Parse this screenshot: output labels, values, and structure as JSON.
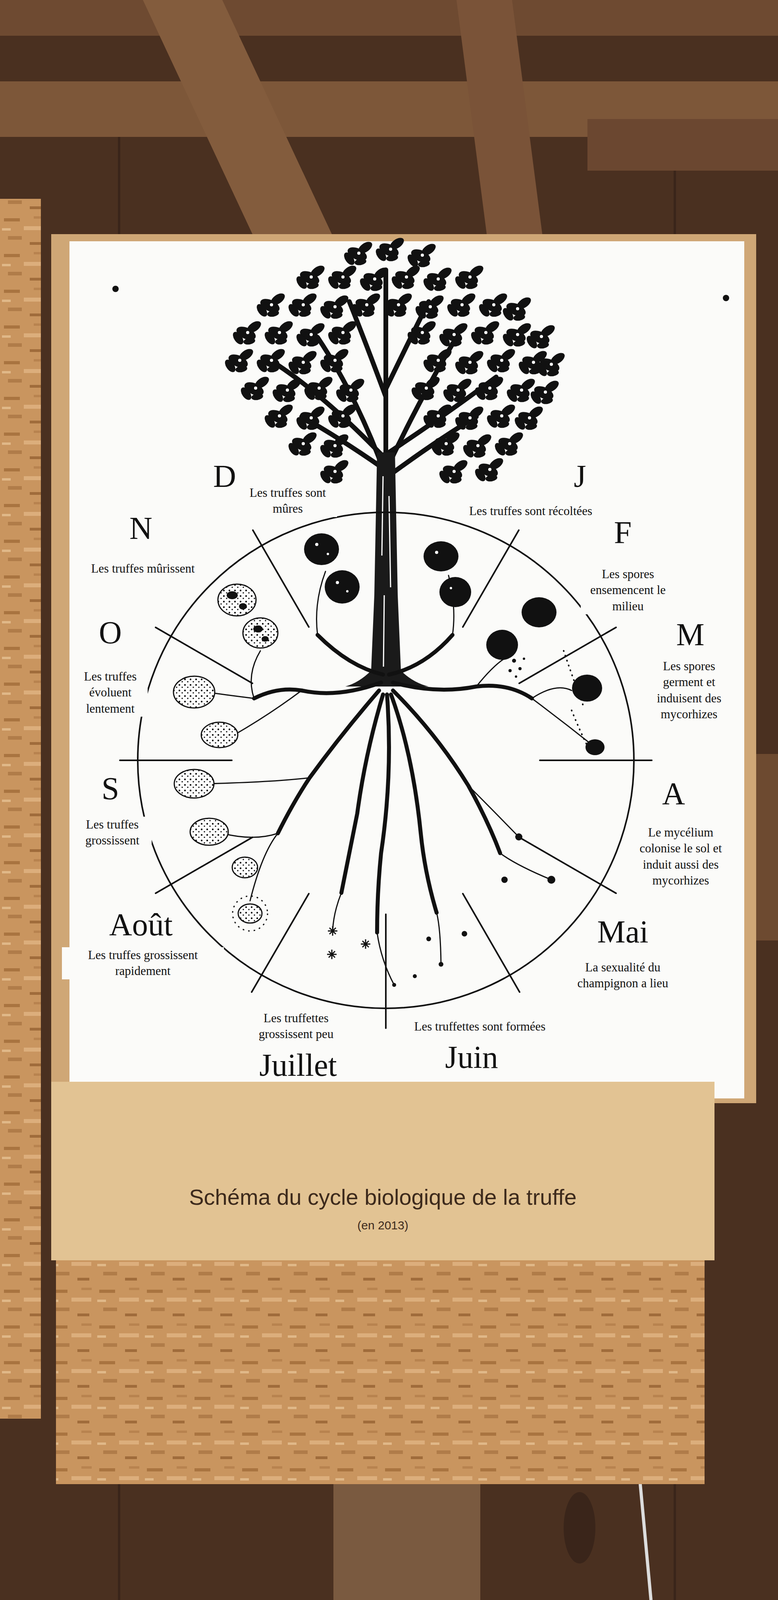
{
  "diagram": {
    "nodes": [
      {
        "text": [
          "Schéma du cycle biologique de la truffe",
          "(en 2013)"
        ]
      }
    ],
    "labels": [
      "D",
      "Les truffes sont mûres",
      "J",
      "Les truffes sont récoltées",
      "N",
      "Les truffes mûrissent",
      "F",
      "Les spores ensemencent le milieu",
      "O",
      "Les truffes évoluent lentement",
      "M",
      "Les spores germent et induisent des mycorhizes",
      "S",
      "Les truffes grossissent",
      "A",
      "Le mycélium colonise le sol et induit aussi des mycorhizes",
      "Août",
      "Les truffes grossissent rapidement",
      "Mai",
      "La sexualité du champignon a lieu",
      "Les truffettes grossissent peu",
      "Les truffettes sont formées",
      "Juillet",
      "Juin"
    ]
  }
}
